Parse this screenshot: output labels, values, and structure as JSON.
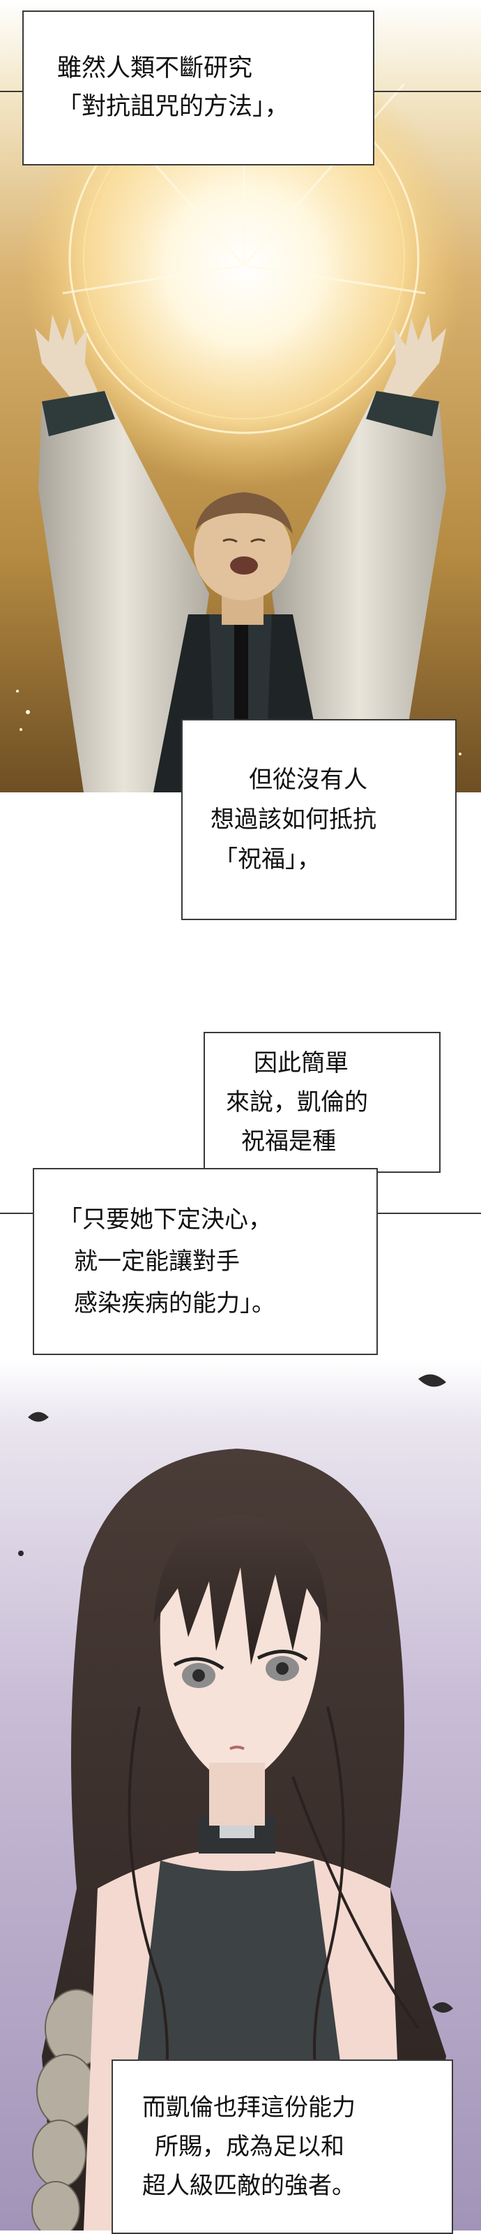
{
  "captions": [
    {
      "lines": [
        "雖然人類不斷研究",
        "「對抗詛咒的方法」，"
      ]
    },
    {
      "lines": [
        "但從沒有人",
        "想過該如何抵抗",
        "「祝福」，"
      ]
    },
    {
      "lines": [
        "因此簡單",
        "來說，凱倫的",
        "祝福是種"
      ]
    },
    {
      "lines": [
        "「只要她下定決心，",
        "就一定能讓對手",
        "感染疾病的能力」。"
      ]
    },
    {
      "lines": [
        "而凱倫也拜這份能力",
        "所賜，成為足以和",
        "超人級匹敵的強者。"
      ]
    }
  ],
  "colors": {
    "panel_gold": "#c89a4e",
    "panel_purple": "#b4a6c8",
    "caption_border": "#3a3a3a"
  }
}
